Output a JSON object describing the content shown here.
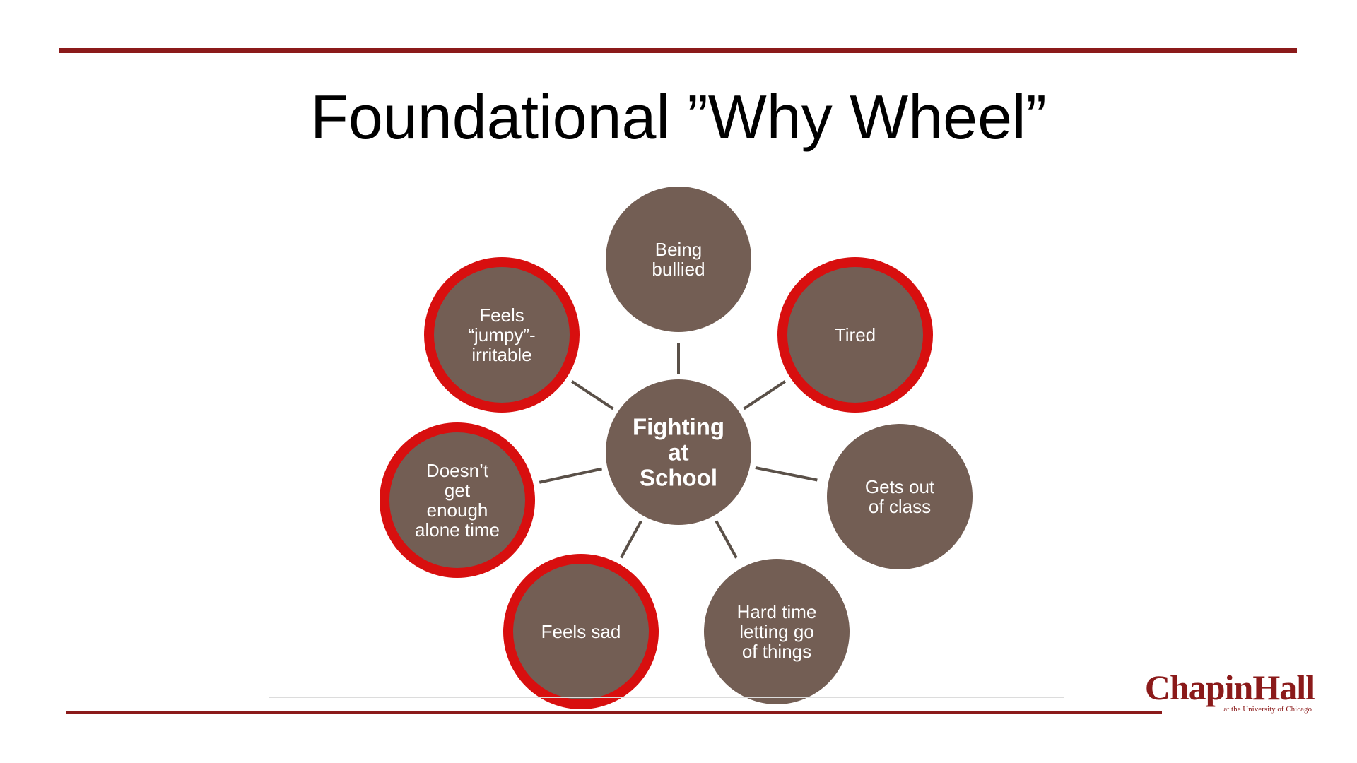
{
  "slide": {
    "title": "Foundational ”Why Wheel”"
  },
  "colors": {
    "accent_rule": "#8b1a1a",
    "node_fill": "#735e54",
    "highlight_ring": "#d80f0f",
    "connector": "#5a5048"
  },
  "diagram": {
    "center": {
      "lines": [
        "Fighting",
        "at",
        "School"
      ]
    },
    "nodes": [
      {
        "id": "being-bullied",
        "lines": [
          "Being",
          "bullied"
        ],
        "highlighted": false
      },
      {
        "id": "tired",
        "lines": [
          "Tired"
        ],
        "highlighted": true
      },
      {
        "id": "gets-out-of-class",
        "lines": [
          "Gets out",
          "of class"
        ],
        "highlighted": false
      },
      {
        "id": "hard-time-letting-go",
        "lines": [
          "Hard time",
          "letting go",
          "of things"
        ],
        "highlighted": false
      },
      {
        "id": "feels-sad",
        "lines": [
          "Feels sad"
        ],
        "highlighted": true
      },
      {
        "id": "alone-time",
        "lines": [
          "Doesn’t",
          "get",
          "enough",
          "alone time"
        ],
        "highlighted": true
      },
      {
        "id": "feels-jumpy",
        "lines": [
          "Feels",
          "“jumpy”-",
          "irritable"
        ],
        "highlighted": true
      }
    ]
  },
  "logo": {
    "name": "ChapinHall",
    "subtitle": "at the University of Chicago"
  }
}
